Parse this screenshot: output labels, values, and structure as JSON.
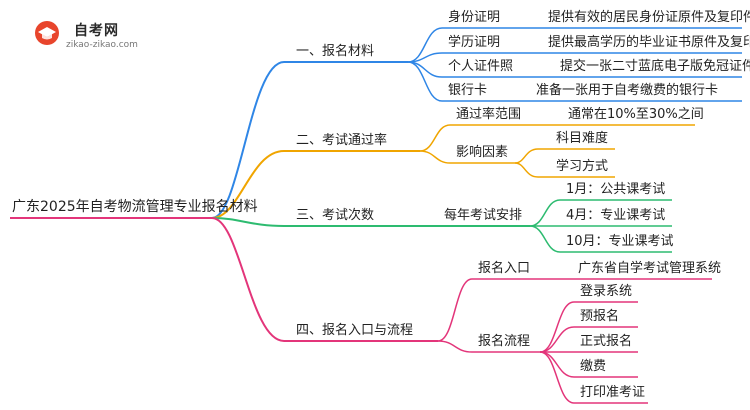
{
  "logo": {
    "name": "自考网",
    "url": "zikao-zikao.com"
  },
  "root": "广东2025年自考物流管理专业报名材料",
  "colors": {
    "blue": "#2f86e6",
    "orange": "#f0a500",
    "green": "#2dbb70",
    "pink": "#e3357a"
  },
  "branches": [
    {
      "label": "一、报名材料",
      "items": [
        {
          "label": "身份证明",
          "detail": "提供有效的居民身份证原件及复印件"
        },
        {
          "label": "学历证明",
          "detail": "提供最高学历的毕业证书原件及复印件"
        },
        {
          "label": "个人证件照",
          "detail": "提交一张二寸蓝底电子版免冠证件照"
        },
        {
          "label": "银行卡",
          "detail": "准备一张用于自考缴费的银行卡"
        }
      ]
    },
    {
      "label": "二、考试通过率",
      "items": [
        {
          "label": "通过率范围",
          "detail": "通常在10%至30%之间"
        },
        {
          "label": "影响因素",
          "children": [
            "科目难度",
            "学习方式"
          ]
        }
      ]
    },
    {
      "label": "三、考试次数",
      "items": [
        {
          "label": "每年考试安排",
          "children": [
            "1月：公共课考试",
            "4月：专业课考试",
            "10月：专业课考试"
          ]
        }
      ]
    },
    {
      "label": "四、报名入口与流程",
      "items": [
        {
          "label": "报名入口",
          "detail": "广东省自学考试管理系统"
        },
        {
          "label": "报名流程",
          "children": [
            "登录系统",
            "预报名",
            "正式报名",
            "缴费",
            "打印准考证"
          ]
        }
      ]
    }
  ]
}
